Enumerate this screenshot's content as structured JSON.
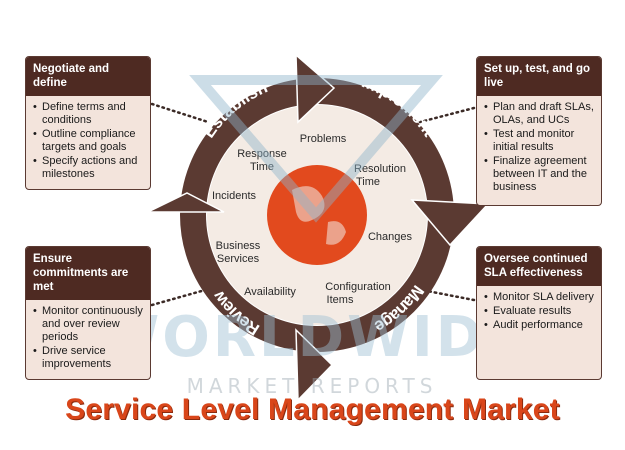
{
  "colors": {
    "ring": "#5b3a32",
    "inner": "#f4ebe4",
    "center": "#e24a1e",
    "box_head": "#4e2a22",
    "box_body": "#f3e4dc",
    "title": "#d9461a"
  },
  "ring_labels": {
    "establish": "Establish",
    "implement": "Implement",
    "manage": "Manage",
    "review": "Review"
  },
  "inner_labels": {
    "problems": "Problems",
    "response_time": [
      "Response",
      "Time"
    ],
    "resolution_time": [
      "Resolution",
      "Time"
    ],
    "incidents": "Incidents",
    "changes": "Changes",
    "business_services": [
      "Business",
      "Services"
    ],
    "availability": "Availability",
    "configuration_items": [
      "Configuration",
      "Items"
    ]
  },
  "boxes": {
    "negotiate": {
      "title": "Negotiate and define",
      "items": [
        "Define terms and conditions",
        "Outline compliance targets and goals",
        "Specify actions and milestones"
      ]
    },
    "setup": {
      "title": "Set up, test, and go live",
      "items": [
        "Plan and draft SLAs, OLAs, and UCs",
        "Test and monitor initial results",
        "Finalize agreement between IT and the business"
      ]
    },
    "ensure": {
      "title": "Ensure commitments are met",
      "items": [
        "Monitor continuously and over review periods",
        "Drive service improvements"
      ]
    },
    "oversee": {
      "title": "Oversee continued SLA effectiveness",
      "items": [
        "Monitor SLA delivery",
        "Evaluate results",
        "Audit performance"
      ]
    }
  },
  "watermark": {
    "line1": "WORLDWIDE",
    "line2": "MARKET REPORTS"
  },
  "title": "Service Level Management Market"
}
